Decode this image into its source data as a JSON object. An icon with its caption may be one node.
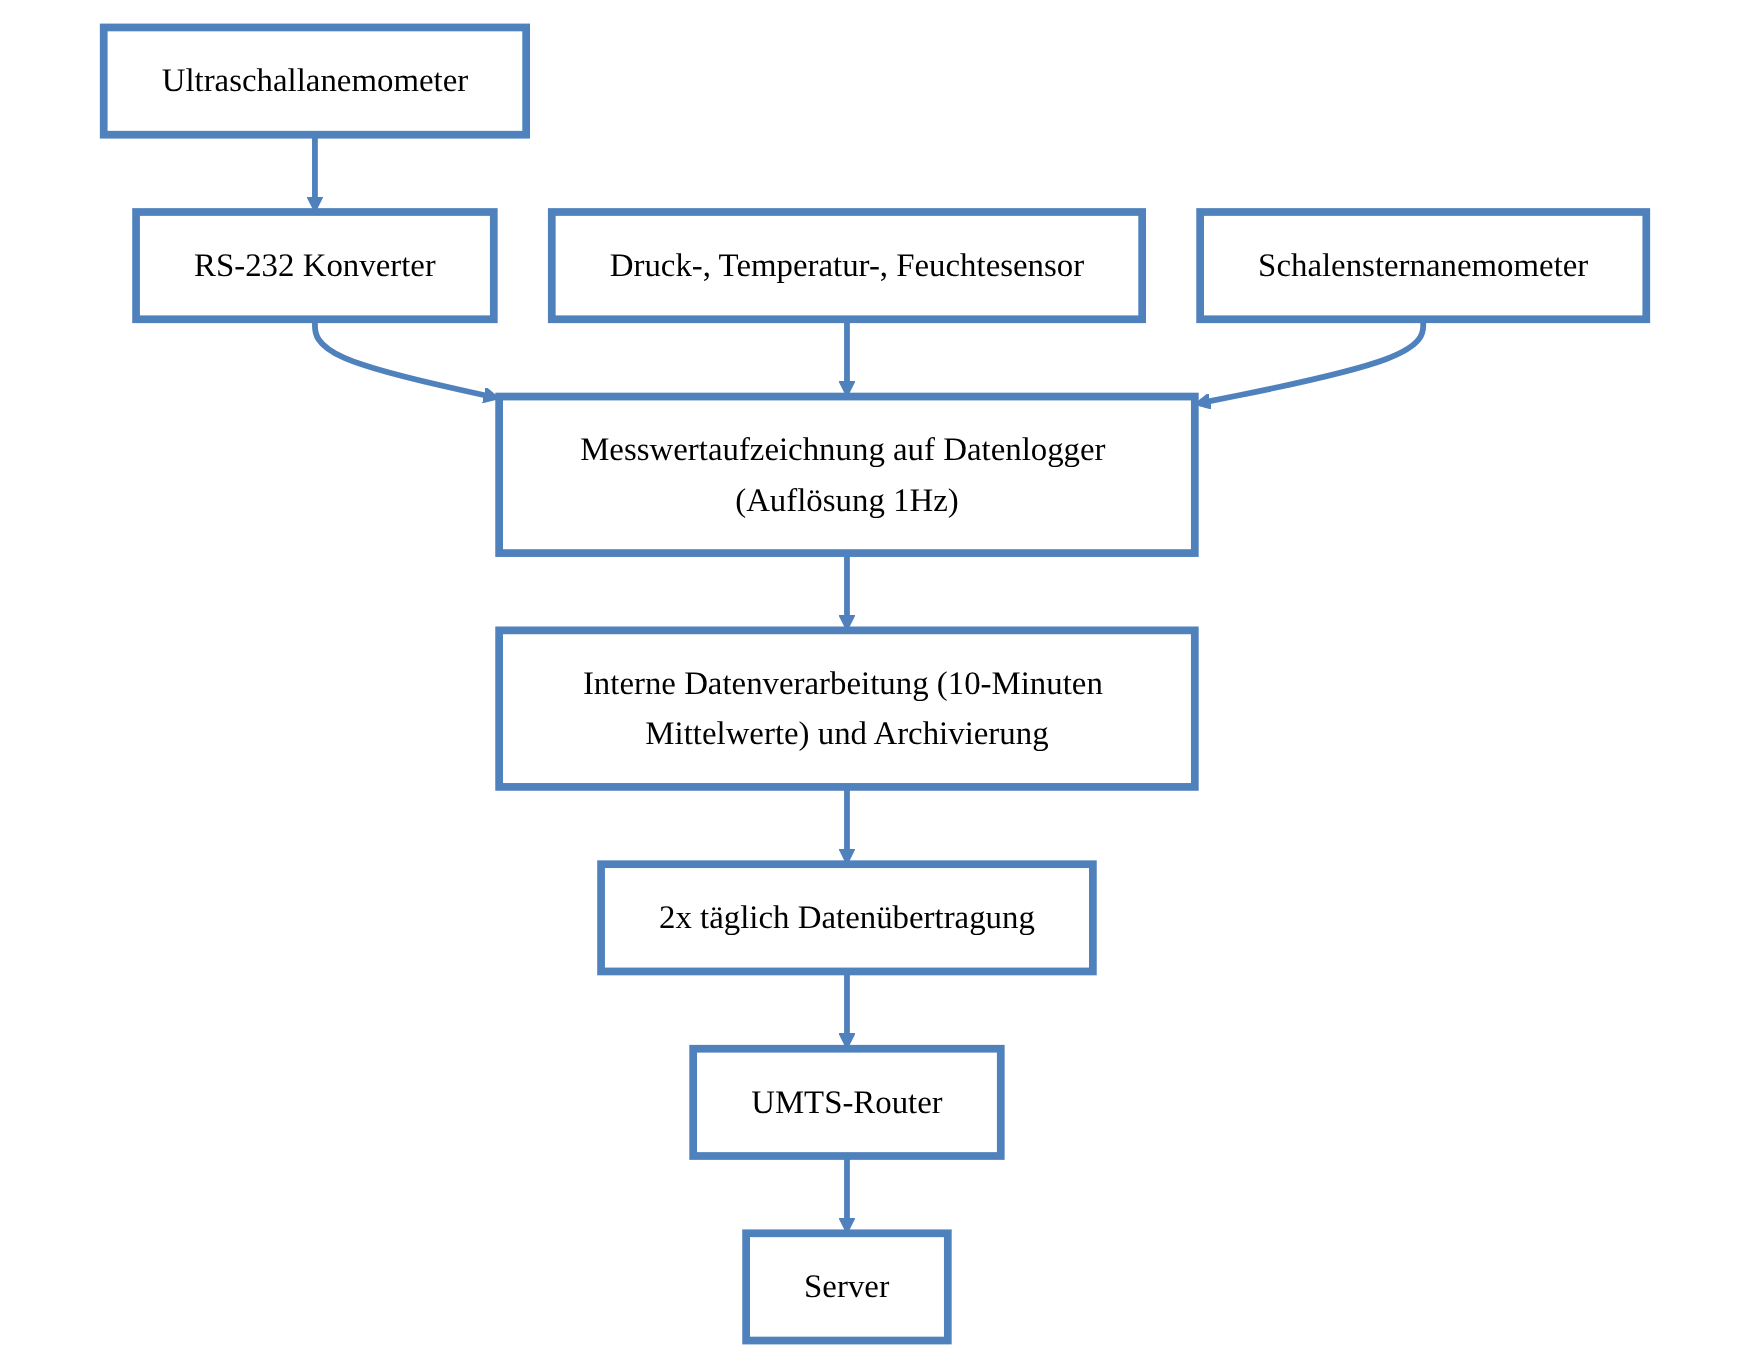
{
  "diagram": {
    "nodes": [
      {
        "text": [
          "Ultraschallanemometer"
        ]
      },
      {
        "text": [
          "Druck-, Temperatur-, Feuchtesensor"
        ]
      },
      {
        "text": [
          "Schalensternanemometer"
        ]
      },
      {
        "text": [
          "RS-232 Konverter"
        ]
      },
      {
        "text": [
          "Messwertaufzeichnung auf Datenlogger (Auflösung 1Hz)"
        ]
      },
      {
        "text": [
          "Interne Datenverarbeitung (10-Minuten Mittelwerte) und Archivierung"
        ]
      },
      {
        "text": [
          "2x täglich Datenübertragung"
        ]
      },
      {
        "text": [
          "UMTS-Router"
        ]
      },
      {
        "text": [
          "Server"
        ]
      }
    ],
    "edges": [
      {
        "from": 0,
        "to": 3,
        "arrow": "to"
      },
      {
        "from": 3,
        "to": 4,
        "arrow": "to"
      },
      {
        "from": 1,
        "to": 4,
        "arrow": "to"
      },
      {
        "from": 2,
        "to": 4,
        "arrow": "to"
      },
      {
        "from": 4,
        "to": 5,
        "arrow": "to"
      },
      {
        "from": 5,
        "to": 6,
        "arrow": "to"
      },
      {
        "from": 6,
        "to": 7,
        "arrow": "to"
      },
      {
        "from": 7,
        "to": 8,
        "arrow": "to"
      }
    ]
  }
}
